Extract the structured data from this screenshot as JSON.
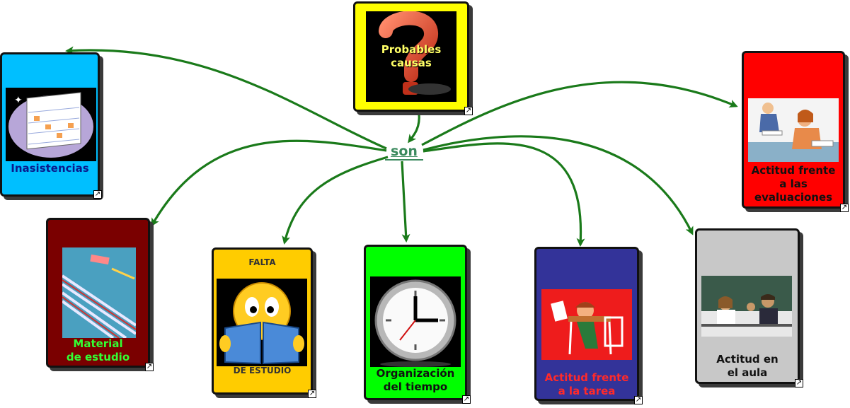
{
  "center": {
    "label": "Probables\ncausas"
  },
  "connector": {
    "label": "son"
  },
  "nodes": [
    {
      "id": "inasistencias",
      "label": "Inasistencias",
      "bg": "#00bfff",
      "color": "#0a1a8c",
      "image": "calendar-icon"
    },
    {
      "id": "material",
      "label": "Material\nde estudio",
      "bg": "#7a0000",
      "color": "#33ff33",
      "image": "notebooks-icon"
    },
    {
      "id": "falta",
      "label_top": "FALTA",
      "label": "DE ESTUDIO",
      "bg": "#ffcc00",
      "color": "#333333",
      "image": "reading-smiley-icon"
    },
    {
      "id": "organizacion",
      "label": "Organización\ndel tiempo",
      "bg": "#00ff00",
      "color": "#111111",
      "image": "clock-icon"
    },
    {
      "id": "tarea",
      "label": "Actitud frente\na la tarea",
      "bg": "#333399",
      "color": "#ff2a2a",
      "image": "sleeping-student-icon"
    },
    {
      "id": "aula",
      "label": "Actitud en\nel aula",
      "bg": "#c8c8c8",
      "color": "#111111",
      "image": "classroom-photo"
    },
    {
      "id": "evaluaciones",
      "label": "Actitud frente\na las\nevaluaciones",
      "bg": "#ff0000",
      "color": "#111111",
      "image": "exam-students-icon"
    }
  ],
  "colors": {
    "arrow": "#1a7a1a",
    "center_bg": "#ffff00",
    "center_text": "#ffff66"
  }
}
